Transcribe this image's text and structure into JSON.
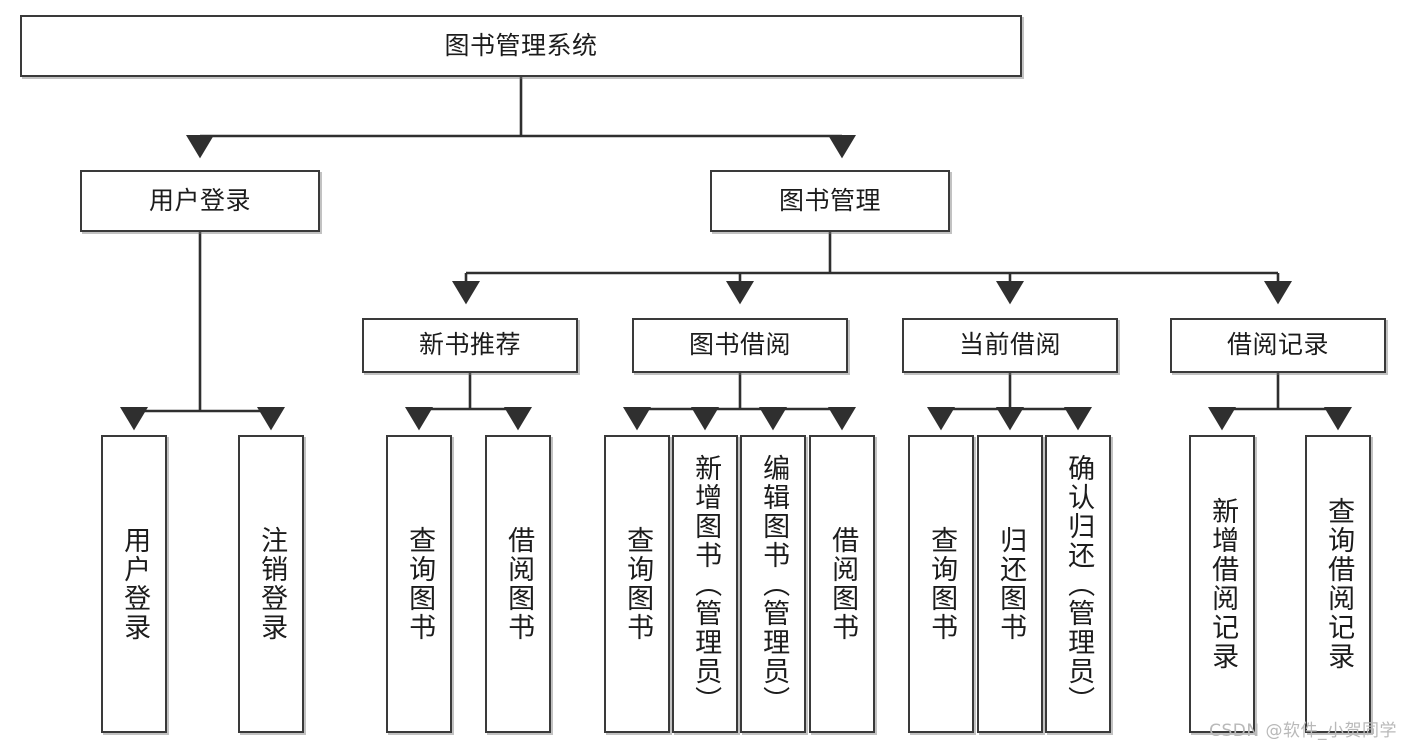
{
  "diagram": {
    "title": "图书管理系统",
    "type": "tree-hierarchy",
    "watermark": "CSDN @软件_小贺同学",
    "colors": {
      "box_border": "#3a3a3a",
      "box_fill": "#ffffff",
      "edge": "#2f2f2f",
      "text": "#1c1c1c",
      "watermark": "#b9b9b9"
    },
    "nodes": {
      "root": {
        "label": "图书管理系统"
      },
      "level2": [
        {
          "id": "user-login",
          "label": "用户登录"
        },
        {
          "id": "book-manage",
          "label": "图书管理"
        }
      ],
      "level3": [
        {
          "id": "new-book-recommend",
          "label": "新书推荐"
        },
        {
          "id": "book-borrow",
          "label": "图书借阅"
        },
        {
          "id": "current-borrow",
          "label": "当前借阅"
        },
        {
          "id": "borrow-record",
          "label": "借阅记录"
        }
      ],
      "leaves": {
        "user-login": [
          {
            "id": "leaf-user-login",
            "label": "用户登录"
          },
          {
            "id": "leaf-logout-login",
            "label": "注销登录"
          }
        ],
        "new-book-recommend": [
          {
            "id": "leaf-query-book-1",
            "label": "查询图书"
          },
          {
            "id": "leaf-borrow-book-1",
            "label": "借阅图书"
          }
        ],
        "book-borrow": [
          {
            "id": "leaf-query-book-2",
            "label": "查询图书"
          },
          {
            "id": "leaf-add-book",
            "label": "新增图书（管理员）"
          },
          {
            "id": "leaf-edit-book",
            "label": "编辑图书（管理员）"
          },
          {
            "id": "leaf-borrow-book-2",
            "label": "借阅图书"
          }
        ],
        "current-borrow": [
          {
            "id": "leaf-query-book-3",
            "label": "查询图书"
          },
          {
            "id": "leaf-return-book",
            "label": "归还图书"
          },
          {
            "id": "leaf-confirm-return",
            "label": "确认归还（管理员）"
          }
        ],
        "borrow-record": [
          {
            "id": "leaf-add-record",
            "label": "新增借阅记录"
          },
          {
            "id": "leaf-query-record",
            "label": "查询借阅记录"
          }
        ]
      }
    }
  }
}
